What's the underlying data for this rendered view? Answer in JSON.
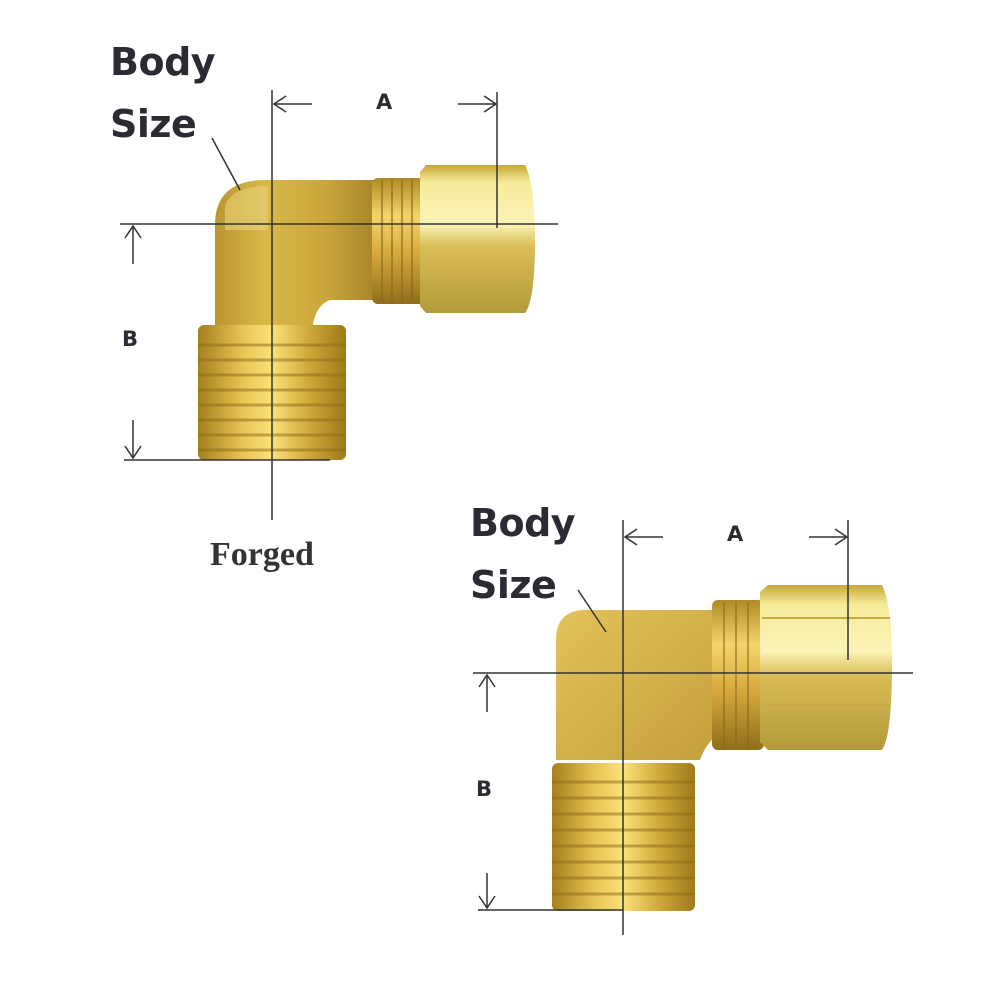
{
  "diagram": {
    "title": "Brass compression elbow fittings - dimension diagram",
    "colors": {
      "brass_light": "#f2dc7a",
      "brass_mid": "#d8b443",
      "brass_dark": "#a8862a",
      "brass_shadow": "#7a6420",
      "dimension_line": "#333333",
      "label_text": "#2b2b33"
    },
    "fittings": [
      {
        "name": "forged-elbow",
        "body_label_line1": "Body",
        "body_label_line2": "Size",
        "dim_a": "A",
        "dim_b": "B",
        "caption": "Forged"
      },
      {
        "name": "bar-stock-elbow",
        "body_label_line1": "Body",
        "body_label_line2": "Size",
        "dim_a": "A",
        "dim_b": "B"
      }
    ]
  }
}
